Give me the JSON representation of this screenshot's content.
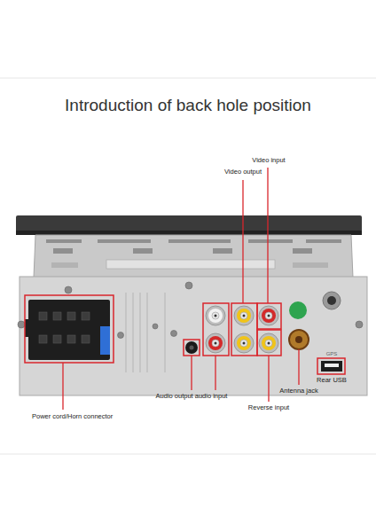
{
  "diagram": {
    "title": "Introduction of back hole position",
    "labels": [
      "Video input",
      "Video output",
      "Audio output audio input",
      "Power cord/Horn connector",
      "Antenna jack",
      "Reverse input",
      "Rear USB",
      "GPS"
    ]
  }
}
